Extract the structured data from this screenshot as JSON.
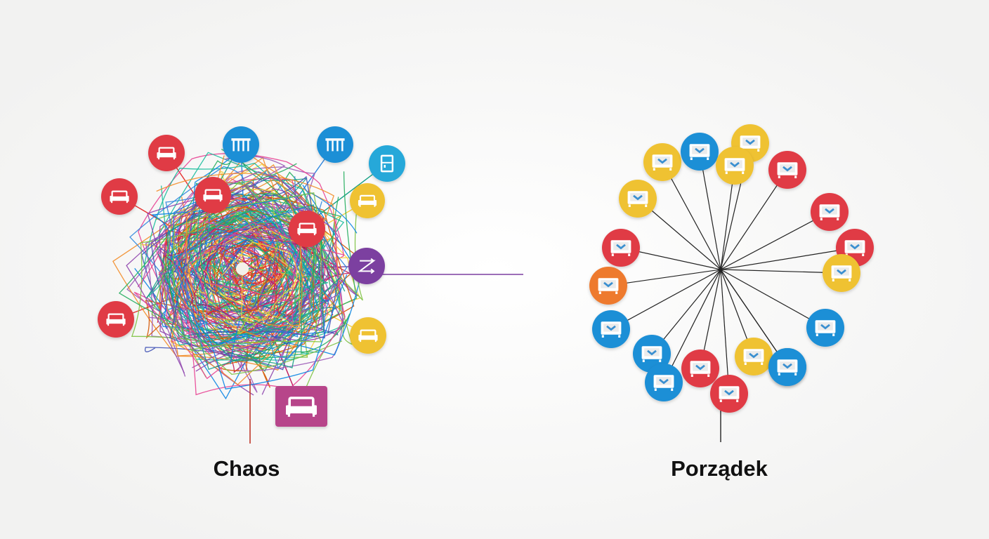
{
  "chaos_label": "Chaos",
  "order_label": "Porządek",
  "colors": {
    "background": "#f7f7f6",
    "red": "#e03a45",
    "blue": "#1f8fd6",
    "yellow": "#efc233",
    "purple": "#7b3fa0",
    "magenta": "#b7458a",
    "orange": "#ee7a2f",
    "cyan": "#25a8d9"
  },
  "chaos_nodes": [
    {
      "icon": "sofa-icon",
      "color": "red"
    },
    {
      "icon": "sofa-icon",
      "color": "red"
    },
    {
      "icon": "table-icon",
      "color": "blue"
    },
    {
      "icon": "sofa-icon",
      "color": "red"
    },
    {
      "icon": "table-icon",
      "color": "blue"
    },
    {
      "icon": "cabinet-icon",
      "color": "cyan"
    },
    {
      "icon": "sofa-icon",
      "color": "yellow"
    },
    {
      "icon": "sofa-icon",
      "color": "red"
    },
    {
      "icon": "shuffle-icon",
      "color": "purple"
    },
    {
      "icon": "sofa-icon",
      "color": "red"
    },
    {
      "icon": "sofa-icon",
      "color": "yellow"
    },
    {
      "icon": "sofa-icon",
      "color": "magenta"
    }
  ],
  "order_nodes": [
    {
      "icon": "sofa-icon",
      "color": "yellow"
    },
    {
      "icon": "sofa-icon",
      "color": "yellow"
    },
    {
      "icon": "sofa-icon",
      "color": "blue"
    },
    {
      "icon": "sofa-icon",
      "color": "yellow"
    },
    {
      "icon": "sofa-icon",
      "color": "yellow"
    },
    {
      "icon": "sofa-icon",
      "color": "red"
    },
    {
      "icon": "sofa-icon",
      "color": "red"
    },
    {
      "icon": "sofa-icon",
      "color": "red"
    },
    {
      "icon": "sofa-icon",
      "color": "yellow"
    },
    {
      "icon": "sofa-icon",
      "color": "red"
    },
    {
      "icon": "sofa-icon",
      "color": "orange"
    },
    {
      "icon": "sofa-icon",
      "color": "blue"
    },
    {
      "icon": "sofa-icon",
      "color": "blue"
    },
    {
      "icon": "sofa-icon",
      "color": "blue"
    },
    {
      "icon": "sofa-icon",
      "color": "blue"
    },
    {
      "icon": "sofa-icon",
      "color": "red"
    },
    {
      "icon": "sofa-icon",
      "color": "red"
    },
    {
      "icon": "sofa-icon",
      "color": "yellow"
    },
    {
      "icon": "sofa-icon",
      "color": "blue"
    },
    {
      "icon": "sofa-icon",
      "color": "blue"
    }
  ]
}
